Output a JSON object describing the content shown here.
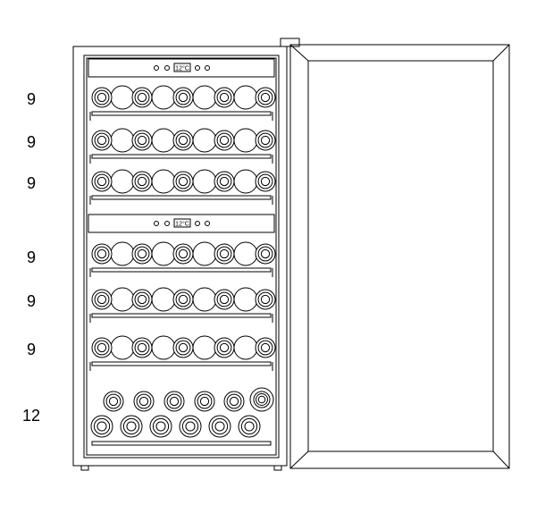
{
  "figure": {
    "shelf_counts": [
      "9",
      "9",
      "9",
      "9",
      "9",
      "9",
      "12"
    ],
    "display_readout": "12°C",
    "zones": 2
  }
}
